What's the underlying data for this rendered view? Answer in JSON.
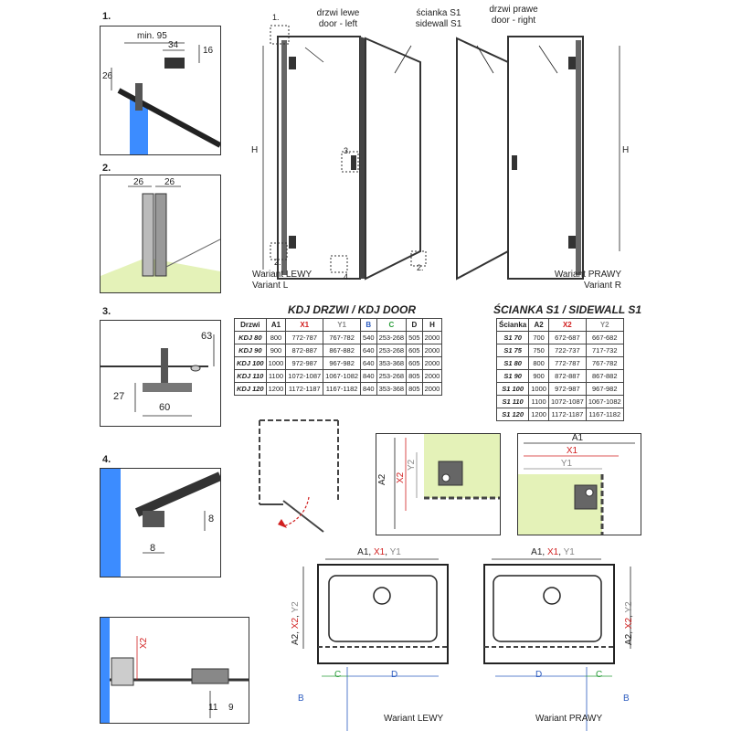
{
  "sections": {
    "s1": "1.",
    "s2": "2.",
    "s3": "3.",
    "s4": "4."
  },
  "detail1": {
    "top": "min. 95",
    "w": "34",
    "h": "16",
    "side": "26"
  },
  "detail2": {
    "left": "26",
    "right": "26"
  },
  "detail3": {
    "top": "63",
    "side": "27",
    "bottom": "60"
  },
  "detail4": {
    "side": "8",
    "bottom": "8"
  },
  "detail5": {
    "x2": "X2",
    "a": "11",
    "b": "9"
  },
  "elevations": {
    "left_door_pl": "drzwi lewe",
    "left_door_en": "door - left",
    "sidewall_pl": "ścianka S1",
    "sidewall_en": "sidewall S1",
    "right_door_pl": "drzwi prawe",
    "right_door_en": "door - right",
    "h": "H",
    "c1": "1.",
    "c2": "2.",
    "c3": "3.",
    "c4": "4.",
    "c2b": "2.",
    "variant_left_pl": "Wariant LEWY",
    "variant_left_en": "Variant L",
    "variant_right_pl": "Wariant PRAWY",
    "variant_right_en": "Variant R"
  },
  "door_table": {
    "title": "KDJ DRZWI / KDJ DOOR",
    "headers": [
      "Drzwi",
      "A1",
      "X1",
      "Y1",
      "B",
      "C",
      "D",
      "H"
    ],
    "rows": [
      [
        "KDJ 80",
        "800",
        "772-787",
        "767-782",
        "540",
        "253-268",
        "505",
        "2000"
      ],
      [
        "KDJ 90",
        "900",
        "872-887",
        "867-882",
        "640",
        "253-268",
        "605",
        "2000"
      ],
      [
        "KDJ 100",
        "1000",
        "972-987",
        "967-982",
        "640",
        "353-368",
        "605",
        "2000"
      ],
      [
        "KDJ 110",
        "1100",
        "1072-1087",
        "1067-1082",
        "840",
        "253-268",
        "805",
        "2000"
      ],
      [
        "KDJ 120",
        "1200",
        "1172-1187",
        "1167-1182",
        "840",
        "353-368",
        "805",
        "2000"
      ]
    ]
  },
  "wall_table": {
    "title": "ŚCIANKA S1 / SIDEWALL S1",
    "headers": [
      "Ścianka",
      "A2",
      "X2",
      "Y2"
    ],
    "rows": [
      [
        "S1 70",
        "700",
        "672-687",
        "667-682"
      ],
      [
        "S1 75",
        "750",
        "722-737",
        "717-732"
      ],
      [
        "S1 80",
        "800",
        "772-787",
        "767-782"
      ],
      [
        "S1 90",
        "900",
        "872-887",
        "867-882"
      ],
      [
        "S1 100",
        "1000",
        "972-987",
        "967-982"
      ],
      [
        "S1 110",
        "1100",
        "1072-1087",
        "1067-1082"
      ],
      [
        "S1 120",
        "1200",
        "1172-1187",
        "1167-1182"
      ]
    ]
  },
  "profiles": {
    "a2": "A2",
    "x2": "X2",
    "y2": "Y2",
    "a1": "A1",
    "x1": "X1",
    "y1": "Y1"
  },
  "plans": {
    "top_a1": "A1",
    "top_x1": "X1",
    "top_y1": "Y1",
    "comma1": ", ",
    "comma2": ", ",
    "top_a1_r": "A1",
    "top_x1_r": "X1",
    "top_y1_r": "Y1",
    "comma3": ", ",
    "comma4": ", ",
    "side_a2": "A2",
    "side_x2": "X2",
    "side_y2": "Y2",
    "sc1": ", ",
    "sc2": ", ",
    "side_a2_r": "A2",
    "side_x2_r": "X2",
    "side_y2_r": "Y2",
    "sc3": ", ",
    "sc4": ", ",
    "c_left": "C",
    "d_left": "D",
    "b_left": "B",
    "d_right": "D",
    "c_right": "C",
    "b_right": "B",
    "variant_left": "Wariant LEWY",
    "variant_right": "Wariant PRAWY"
  },
  "colors": {
    "x_red": "#d11f1f",
    "green": "#2a9d3a",
    "blue": "#2b5bbf",
    "glass": "#3c8cff",
    "floor": "#e4f2b8"
  }
}
